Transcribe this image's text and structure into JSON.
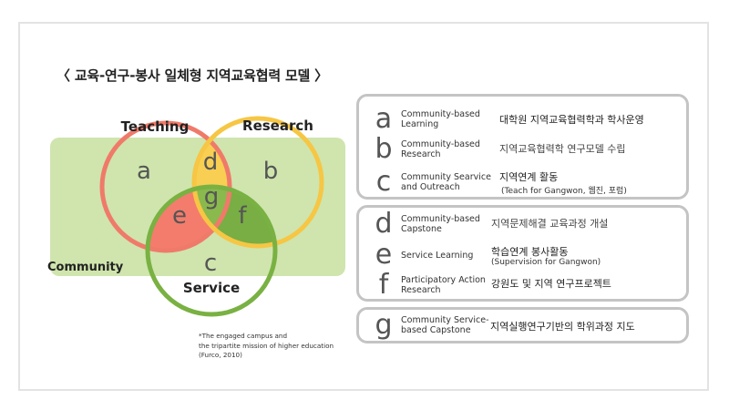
{
  "title": "〈 교육-연구-봉사 일체형 지역교육협력 모델 〉",
  "venn": {
    "teaching": "Teaching",
    "research": "Research",
    "service": "Service",
    "community": "Community",
    "letters": {
      "a": "a",
      "b": "b",
      "c": "c",
      "d": "d",
      "e": "e",
      "f": "f",
      "g": "g"
    },
    "colors": {
      "teaching": "#f07a6a",
      "research": "#f6c644",
      "service": "#79b142",
      "community": "#cfe5ad"
    }
  },
  "note": [
    "*The engaged campus and",
    "the tripartite mission of higher education",
    "(Furco, 2010)"
  ],
  "box1": {
    "items": [
      {
        "letter": "a",
        "en": [
          "Community-based",
          "Learning"
        ],
        "ko": "대학원 지역교육협력학과 학사운영"
      },
      {
        "letter": "b",
        "en": [
          "Community-based",
          "Research"
        ],
        "ko": "지역교육협력학 연구모델 수립"
      },
      {
        "letter": "c",
        "en": [
          "Community Searvice",
          "and Outreach"
        ],
        "ko": "지역연계 활동",
        "sub": "(Teach for Gangwon, 웹진, 포럼)"
      }
    ]
  },
  "box2": {
    "items": [
      {
        "letter": "d",
        "en": [
          "Community-based",
          "Capstone"
        ],
        "ko": "지역문제해결 교육과정 개설"
      },
      {
        "letter": "e",
        "en": [
          "Service Learning"
        ],
        "ko": "학습연계 봉사활동",
        "sub": "(Supervision for Gangwon)"
      },
      {
        "letter": "f",
        "en": [
          "Participatory Action",
          "Research"
        ],
        "ko": "강원도 및 지역 연구프로젝트"
      }
    ]
  },
  "box3": {
    "items": [
      {
        "letter": "g",
        "en": [
          "Community Service-",
          "based Capstone"
        ],
        "ko": "지역실행연구기반의 학위과정 지도"
      }
    ]
  }
}
